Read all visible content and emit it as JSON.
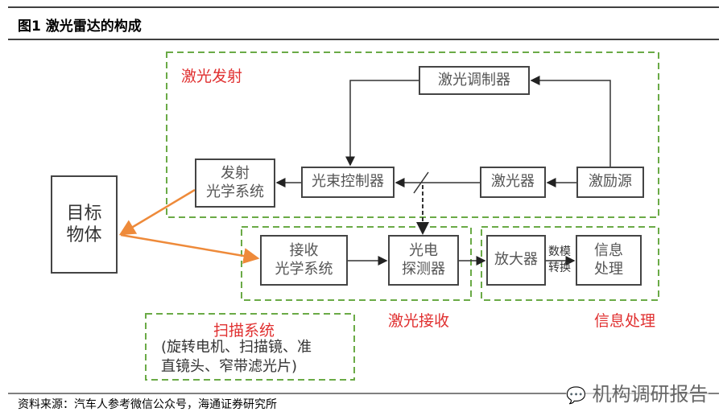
{
  "title": "图1  激光雷达的构成",
  "groups": {
    "emit": "激光发射",
    "receive": "激光接收",
    "info": "信息处理",
    "scan": "扫描系统"
  },
  "boxes": {
    "modulator": "激光调制器",
    "emit_optics": "发射\n光学系统",
    "beam_ctrl": "光束控制器",
    "laser": "激光器",
    "exciter": "激励源",
    "target": "目标\n物体",
    "recv_optics": "接收\n光学系统",
    "detector": "光电\n探测器",
    "amplifier": "放大器",
    "info_proc": "信息\n处理"
  },
  "da_label": "数模\n转换",
  "scan_desc": "(旋转电机、扫描镜、准\n直镜头、窄带滤光片)",
  "source": "资料来源：汽车人参考微信公众号，海通证券研究所",
  "watermark": "机构调研报告",
  "colors": {
    "dash": "#6aaa46",
    "red": "#e03030",
    "orange": "#ee8a3a"
  }
}
